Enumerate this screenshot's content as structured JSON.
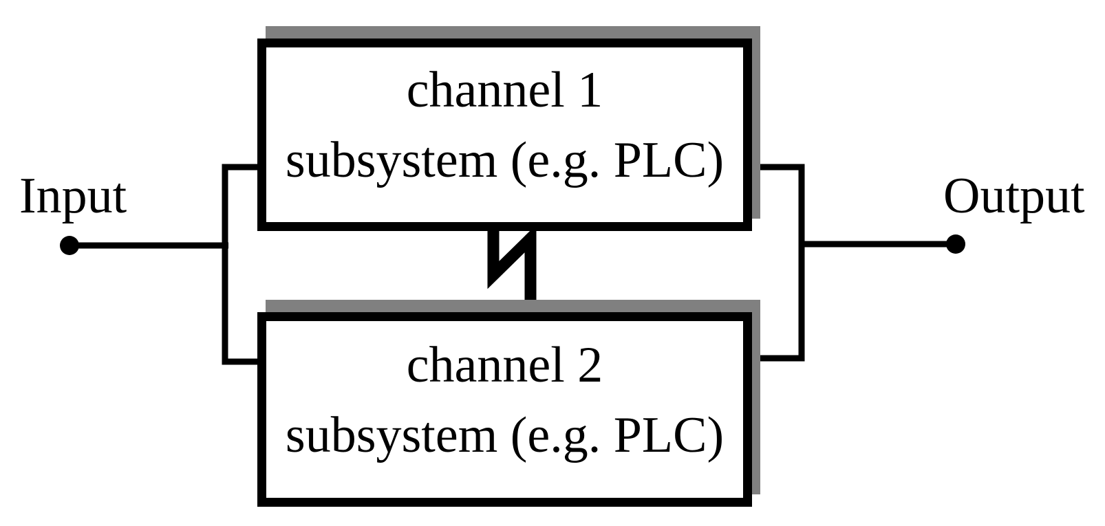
{
  "diagram": {
    "description": "Dual-channel redundancy block diagram with two parallel channel subsystems between an input and an output, linked by an interconnection (lightning) symbol",
    "input_label": "Input",
    "output_label": "Output",
    "blocks": [
      {
        "id": "channel-1",
        "line1": "channel 1",
        "line2": "subsystem (e.g. PLC)"
      },
      {
        "id": "channel-2",
        "line1": "channel 2",
        "line2": "subsystem (e.g. PLC)"
      }
    ],
    "icons": [
      {
        "name": "interconnect-bolt-icon",
        "meaning": "interchannel communication link between channel 1 and channel 2"
      },
      {
        "name": "input-terminal-dot",
        "meaning": "input connection point"
      },
      {
        "name": "output-terminal-dot",
        "meaning": "output connection point"
      }
    ],
    "colors": {
      "line": "#000000",
      "shadow": "#808080",
      "background": "#ffffff",
      "box_fill": "#ffffff"
    }
  }
}
